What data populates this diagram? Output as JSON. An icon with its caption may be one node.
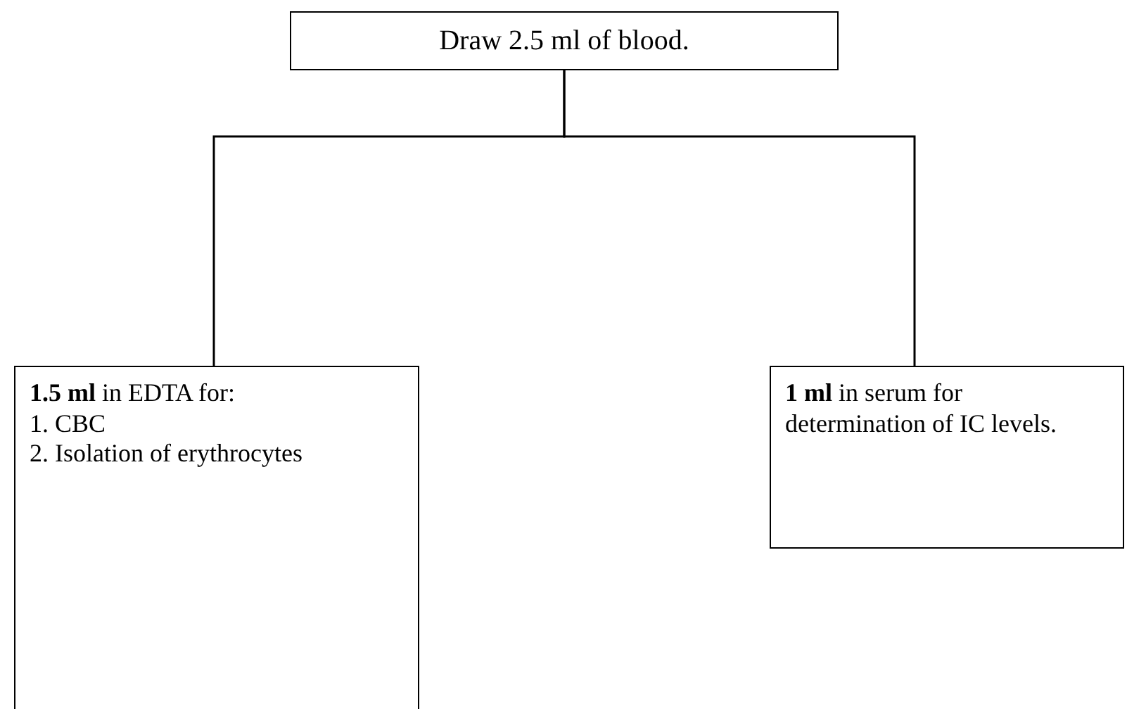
{
  "diagram": {
    "nodes": [
      {
        "text": [
          "Draw 2.5 ml of blood."
        ]
      },
      {
        "text": [
          "**1.5 ml** in EDTA for:",
          "1. CBC",
          "2. Isolation of erythrocytes"
        ]
      },
      {
        "text": [
          "**1 ml** in serum for determination of IC levels."
        ]
      }
    ],
    "edges": [
      {
        "from": 0,
        "to": 1,
        "arrow": "none"
      },
      {
        "from": 0,
        "to": 2,
        "arrow": "none"
      }
    ]
  }
}
